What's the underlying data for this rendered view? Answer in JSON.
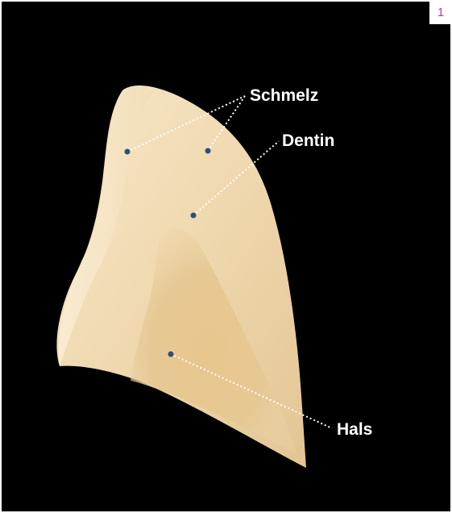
{
  "badge": {
    "number": "1"
  },
  "labels": {
    "enamel": "Schmelz",
    "dentin": "Dentin",
    "neck": "Hals"
  },
  "colors": {
    "background": "#000000",
    "badge_text": "#c13a88",
    "marker_dot": "#2e4f7a",
    "leader_line": "#ffffff",
    "tooth_light": "#f6e2c0",
    "tooth_mid": "#ead2a8",
    "tooth_dentin": "#e4c490"
  }
}
